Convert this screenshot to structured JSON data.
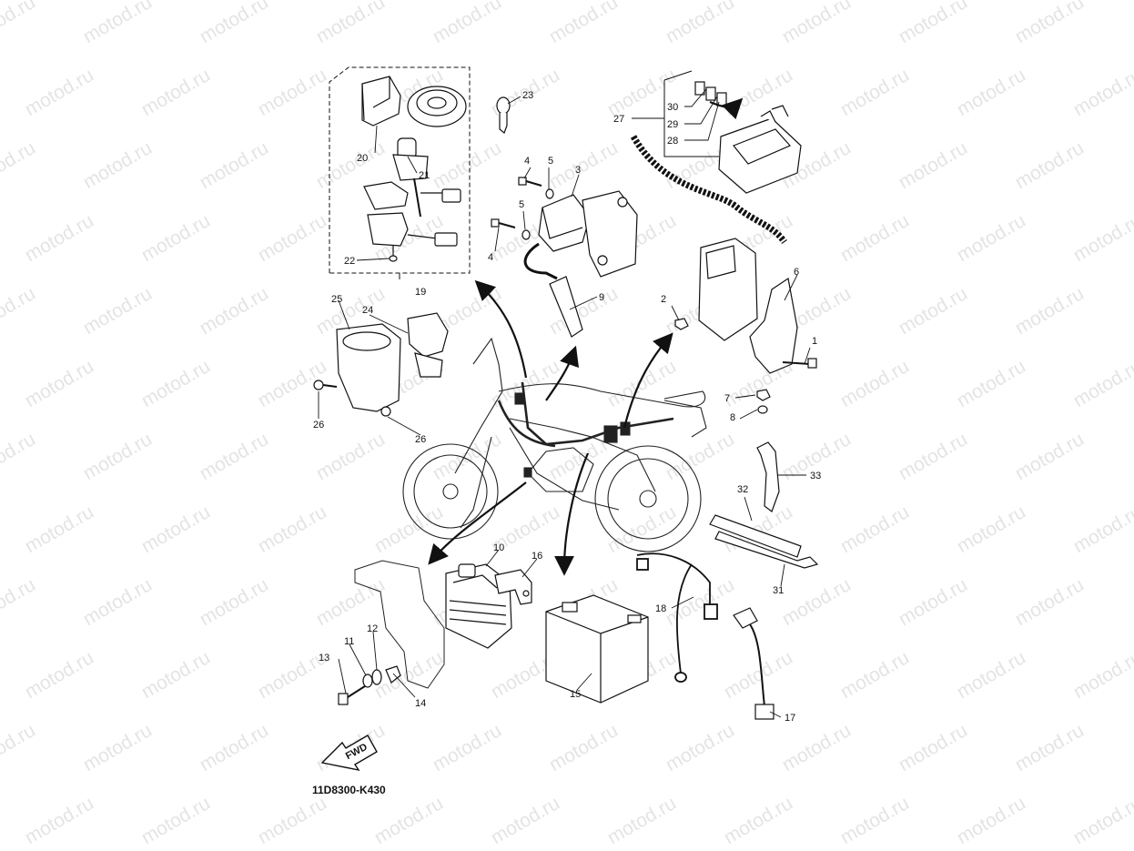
{
  "watermark": {
    "text": "motod.ru",
    "color": "#e4e4e4"
  },
  "diagram": {
    "reference_code": "11D8300-K430",
    "direction_badge": "FWD",
    "callouts": [
      "1",
      "2",
      "3",
      "4",
      "4",
      "5",
      "5",
      "6",
      "7",
      "8",
      "9",
      "10",
      "11",
      "12",
      "13",
      "14",
      "15",
      "16",
      "17",
      "18",
      "19",
      "20",
      "21",
      "22",
      "23",
      "24",
      "25",
      "26",
      "26",
      "27",
      "28",
      "29",
      "30",
      "31",
      "32",
      "33"
    ]
  },
  "colors": {
    "line": "#111111",
    "background": "#ffffff",
    "watermark": "#e4e4e4"
  },
  "icons": [
    "fwd-arrow-icon",
    "callout-arrow-icon"
  ]
}
